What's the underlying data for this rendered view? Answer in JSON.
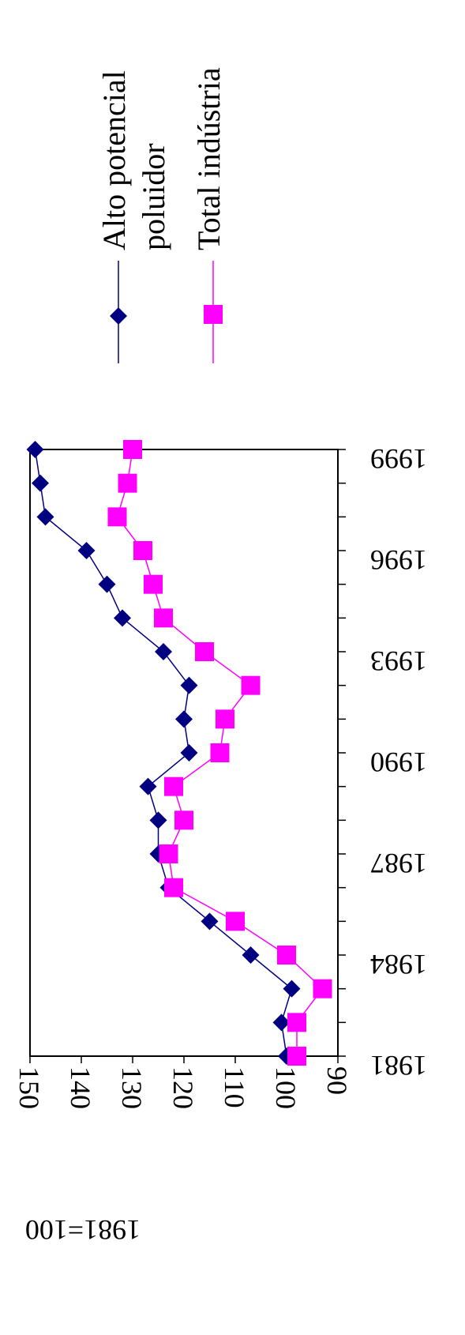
{
  "chart_data": {
    "type": "line",
    "title": "",
    "xlabel": "",
    "ylabel": "1981=100",
    "x": [
      1981,
      1982,
      1983,
      1984,
      1985,
      1986,
      1987,
      1988,
      1989,
      1990,
      1991,
      1992,
      1993,
      1994,
      1995,
      1996,
      1997,
      1998,
      1999
    ],
    "x_tick_labels": [
      "1981",
      "1984",
      "1987",
      "1990",
      "1993",
      "1996",
      "1999"
    ],
    "y_ticks": [
      "90",
      "100",
      "110",
      "120",
      "130",
      "140",
      "150"
    ],
    "ylim": [
      90,
      150
    ],
    "series": [
      {
        "name": "Alto potencial poluidor",
        "name_lines": [
          "Alto potencial",
          "poluidor"
        ],
        "color": "#000080",
        "marker": "diamond",
        "values": [
          100,
          101,
          99,
          107,
          115,
          123,
          125,
          125,
          127,
          119,
          120,
          119,
          124,
          132,
          135,
          139,
          147,
          148,
          149
        ]
      },
      {
        "name": "Total indústria",
        "name_lines": [
          "Total indústria"
        ],
        "color": "#ff00ff",
        "marker": "square",
        "values": [
          98,
          98,
          93,
          100,
          110,
          122,
          123,
          120,
          122,
          113,
          112,
          107,
          116,
          124,
          126,
          128,
          133,
          131,
          130
        ]
      }
    ],
    "grid": false,
    "legend_position": "top",
    "orientation": "rotated-90-clockwise"
  }
}
